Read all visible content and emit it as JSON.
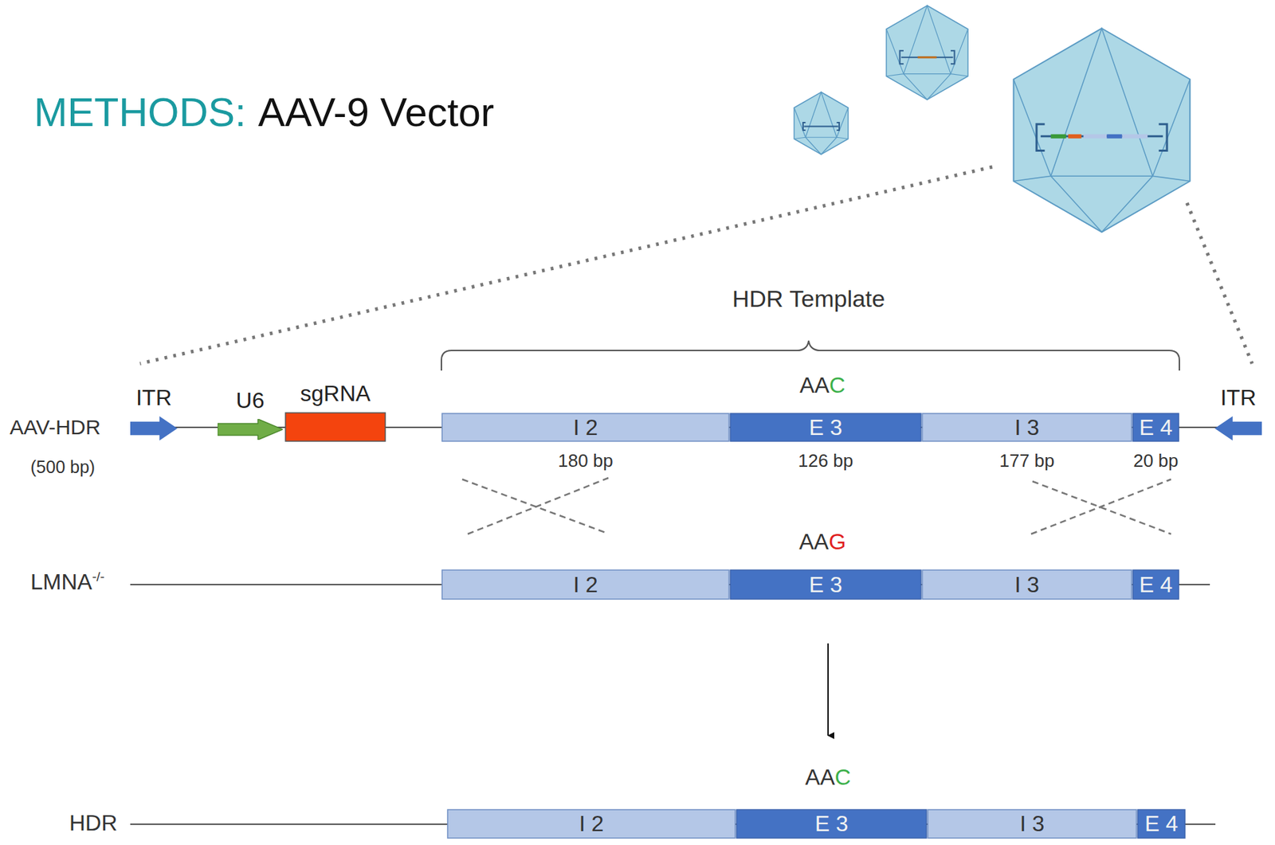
{
  "diagram": {
    "title": "AAV-9 Vector",
    "nodes": [
      {
        "text": [
          "ITR"
        ]
      },
      {
        "text": [
          "U6"
        ]
      },
      {
        "text": [
          "sgRNA"
        ]
      },
      {
        "text": [
          "I 2",
          "180 bp"
        ]
      },
      {
        "text": [
          "E 3",
          "126 bp"
        ]
      },
      {
        "text": [
          "I 3",
          "177 bp"
        ]
      },
      {
        "text": [
          "E 4",
          "20 bp"
        ]
      },
      {
        "text": [
          "ITR"
        ]
      },
      {
        "text": [
          "I 2"
        ]
      },
      {
        "text": [
          "E 3"
        ]
      },
      {
        "text": [
          "I 3"
        ]
      },
      {
        "text": [
          "E 4"
        ]
      },
      {
        "text": [
          "I 2"
        ]
      },
      {
        "text": [
          "E 3"
        ]
      },
      {
        "text": [
          "I 3"
        ]
      },
      {
        "text": [
          "E 4"
        ]
      }
    ],
    "labels": [
      "METHODS:",
      "HDR Template",
      "AAV-HDR",
      "(500 bp)",
      "AA",
      "C",
      "LMNA",
      "-/-",
      "AA",
      "G",
      "HDR",
      "AA",
      "C"
    ]
  }
}
